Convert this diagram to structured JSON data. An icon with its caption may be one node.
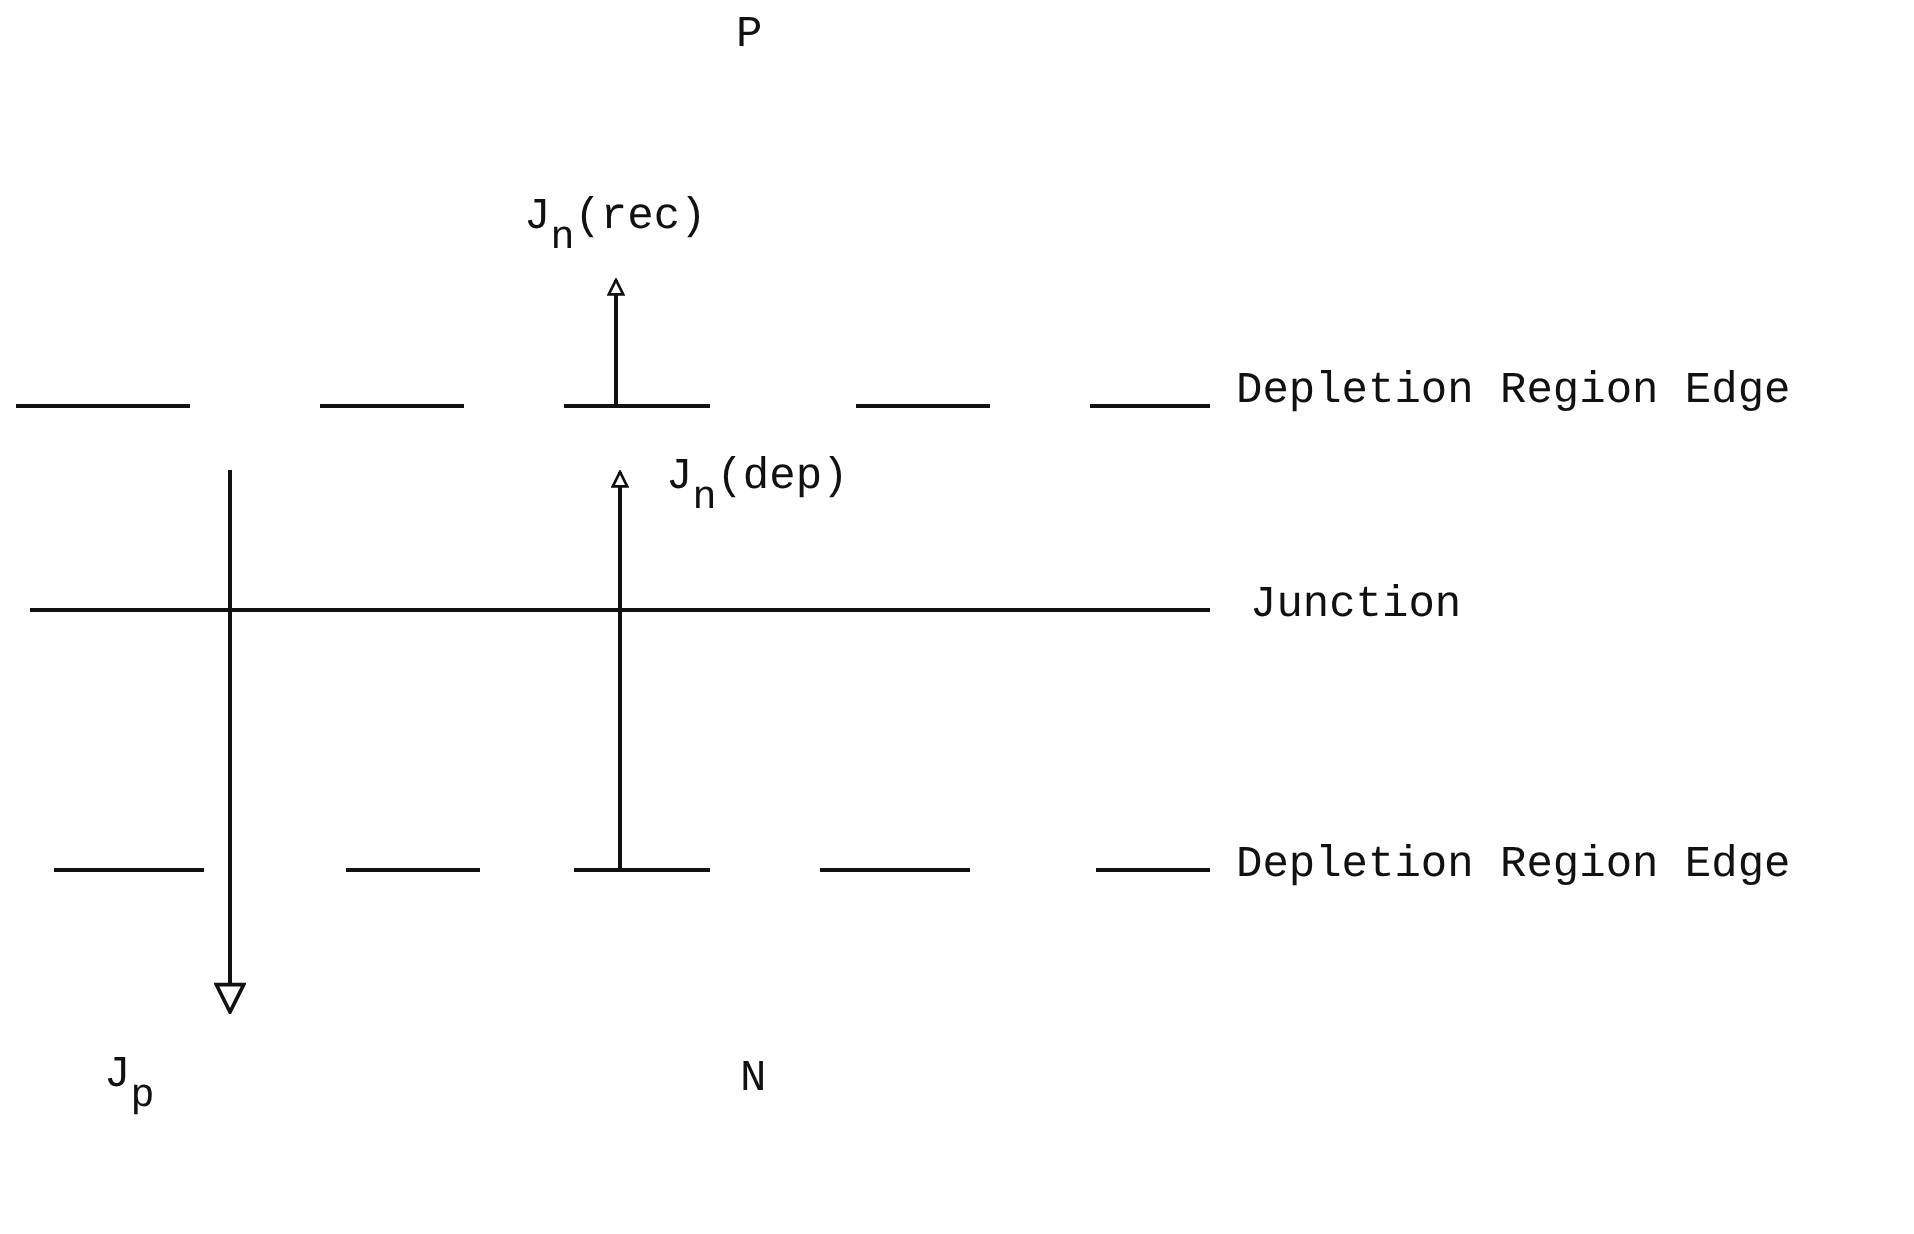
{
  "diagram": {
    "labels": [
      "P",
      "J$_{n}$(rec)",
      "Depletion Region Edge",
      "J$_{n}$(dep)",
      "Junction",
      "Depletion Region Edge",
      "J$_{p}$",
      "N"
    ]
  }
}
